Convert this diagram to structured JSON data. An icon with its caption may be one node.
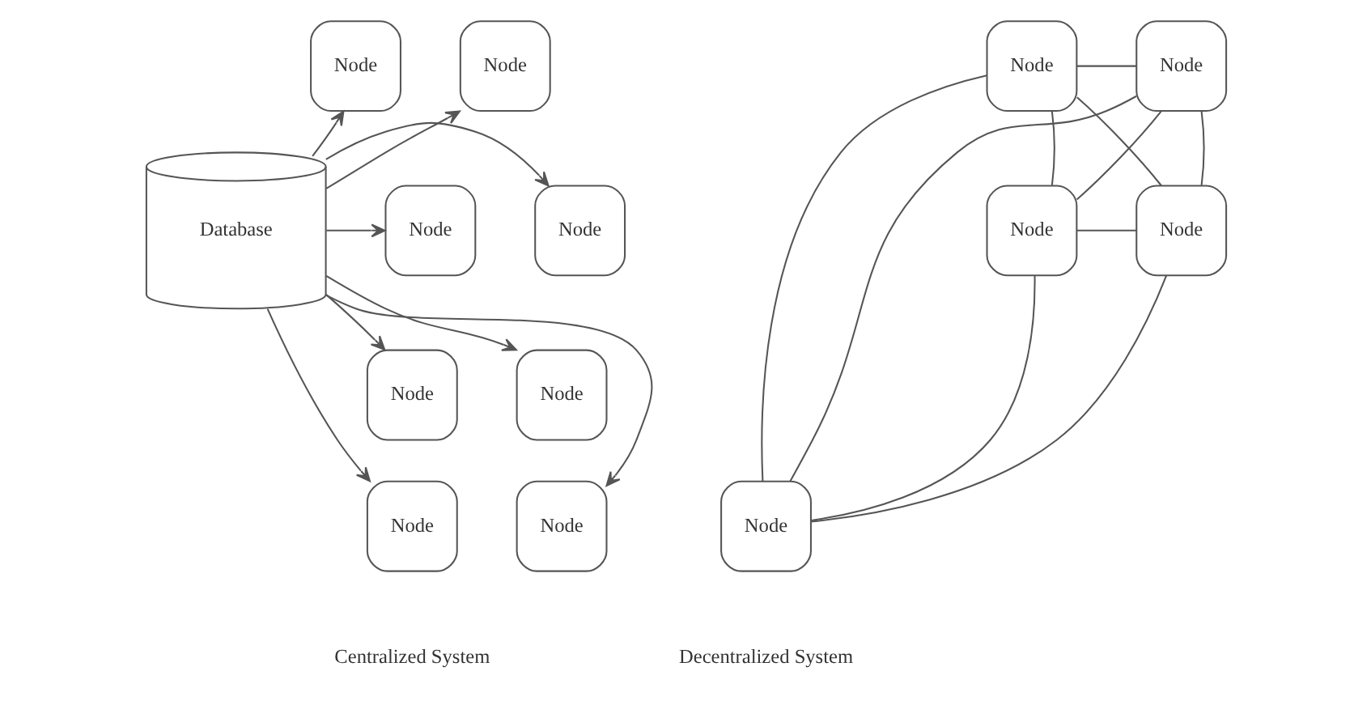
{
  "diagram": {
    "nodes": [
      {
        "text": [
          "Node"
        ]
      },
      {
        "text": [
          "Node"
        ]
      },
      {
        "text": [
          "Node"
        ]
      },
      {
        "text": [
          "Node"
        ]
      },
      {
        "text": [
          "Database"
        ]
      },
      {
        "text": [
          "Node"
        ]
      },
      {
        "text": [
          "Node"
        ]
      },
      {
        "text": [
          "Node"
        ]
      },
      {
        "text": [
          "Node"
        ]
      },
      {
        "text": [
          "Node"
        ]
      },
      {
        "text": [
          "Node"
        ]
      },
      {
        "text": [
          "Node"
        ]
      },
      {
        "text": [
          "Node"
        ]
      },
      {
        "text": [
          "Node"
        ]
      }
    ],
    "edges": [
      {
        "from": 4,
        "to": 0,
        "arrow": "to"
      },
      {
        "from": 4,
        "to": 1,
        "arrow": "to"
      },
      {
        "from": 4,
        "to": 2,
        "arrow": "to"
      },
      {
        "from": 4,
        "to": 3,
        "arrow": "to"
      },
      {
        "from": 4,
        "to": 5,
        "arrow": "to"
      },
      {
        "from": 4,
        "to": 6,
        "arrow": "to"
      },
      {
        "from": 4,
        "to": 7,
        "arrow": "to"
      },
      {
        "from": 4,
        "to": 8,
        "arrow": "to"
      },
      {
        "from": 9,
        "to": 10,
        "arrow": "none"
      },
      {
        "from": 9,
        "to": 11,
        "arrow": "none"
      },
      {
        "from": 9,
        "to": 12,
        "arrow": "none"
      },
      {
        "from": 9,
        "to": 13,
        "arrow": "none"
      },
      {
        "from": 10,
        "to": 11,
        "arrow": "none"
      },
      {
        "from": 10,
        "to": 12,
        "arrow": "none"
      },
      {
        "from": 10,
        "to": 13,
        "arrow": "none"
      },
      {
        "from": 11,
        "to": 12,
        "arrow": "none"
      },
      {
        "from": 11,
        "to": 13,
        "arrow": "none"
      },
      {
        "from": 12,
        "to": 13,
        "arrow": "none"
      }
    ],
    "labels": [
      "Centralized System",
      "Decentralized System"
    ]
  }
}
